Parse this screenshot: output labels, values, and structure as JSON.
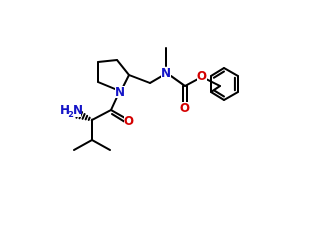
{
  "molecule": {
    "atom_labels": {
      "ring_nitrogen": "N",
      "carbamate_nitrogen": "N",
      "amide_oxygen": "O",
      "carbonyl_oxygen": "O",
      "ester_oxygen": "O",
      "amine_h": "H",
      "amine_h_count": "2",
      "amine_n": "N"
    },
    "colors": {
      "bond": "#000000",
      "nitrogen": "#1515c7",
      "oxygen": "#d40000"
    }
  }
}
